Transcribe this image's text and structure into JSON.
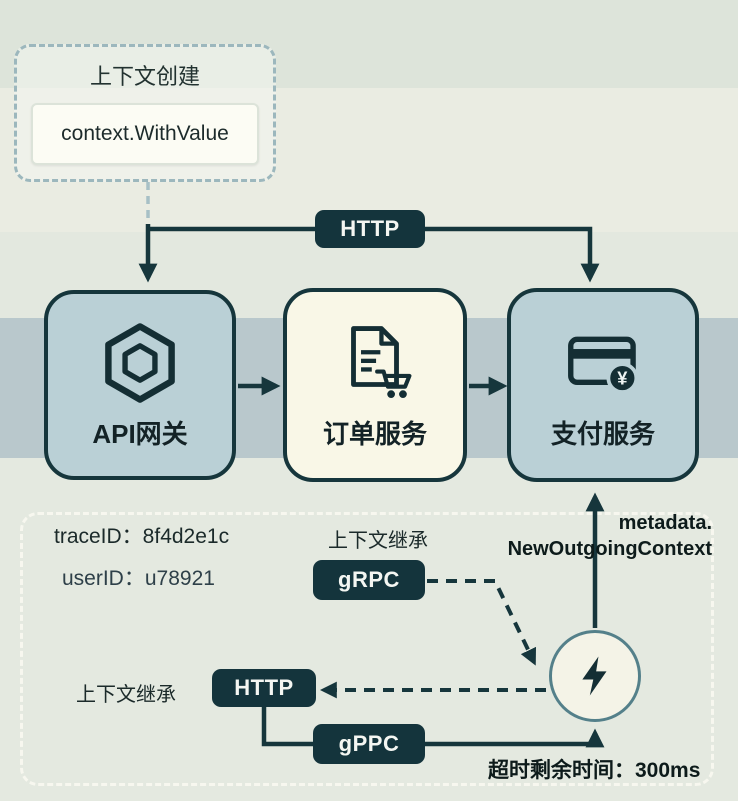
{
  "context_box": {
    "title": "上下文创建",
    "code": "context.WithValue"
  },
  "badges": {
    "http_top": "HTTP",
    "grpc": "gRPC",
    "http_bottom": "HTTP",
    "gppc": "gPPC"
  },
  "nodes": {
    "gateway": {
      "label": "API网关",
      "icon": "hexagon-icon"
    },
    "order": {
      "label": "订单服务",
      "icon": "document-cart-icon"
    },
    "payment": {
      "label": "支付服务",
      "icon": "credit-card-icon",
      "currency": "¥"
    }
  },
  "context_fields": {
    "trace": "traceID：8f4d2e1c",
    "user": "userID：u78921"
  },
  "labels": {
    "inherit_grpc": "上下文继承",
    "inherit_http": "上下文继承",
    "metadata_line1": "metadata.",
    "metadata_line2": "NewOutgoingContext",
    "timeout": "超时剩余时间：300ms"
  },
  "icons": {
    "flash": "lightning-icon"
  },
  "colors": {
    "dark_teal": "#16363c",
    "node_blue": "#bad0d6",
    "node_cream": "#f9f7e7",
    "band_blue": "#b9c8cc",
    "dashed_light": "#9cb7bd"
  }
}
